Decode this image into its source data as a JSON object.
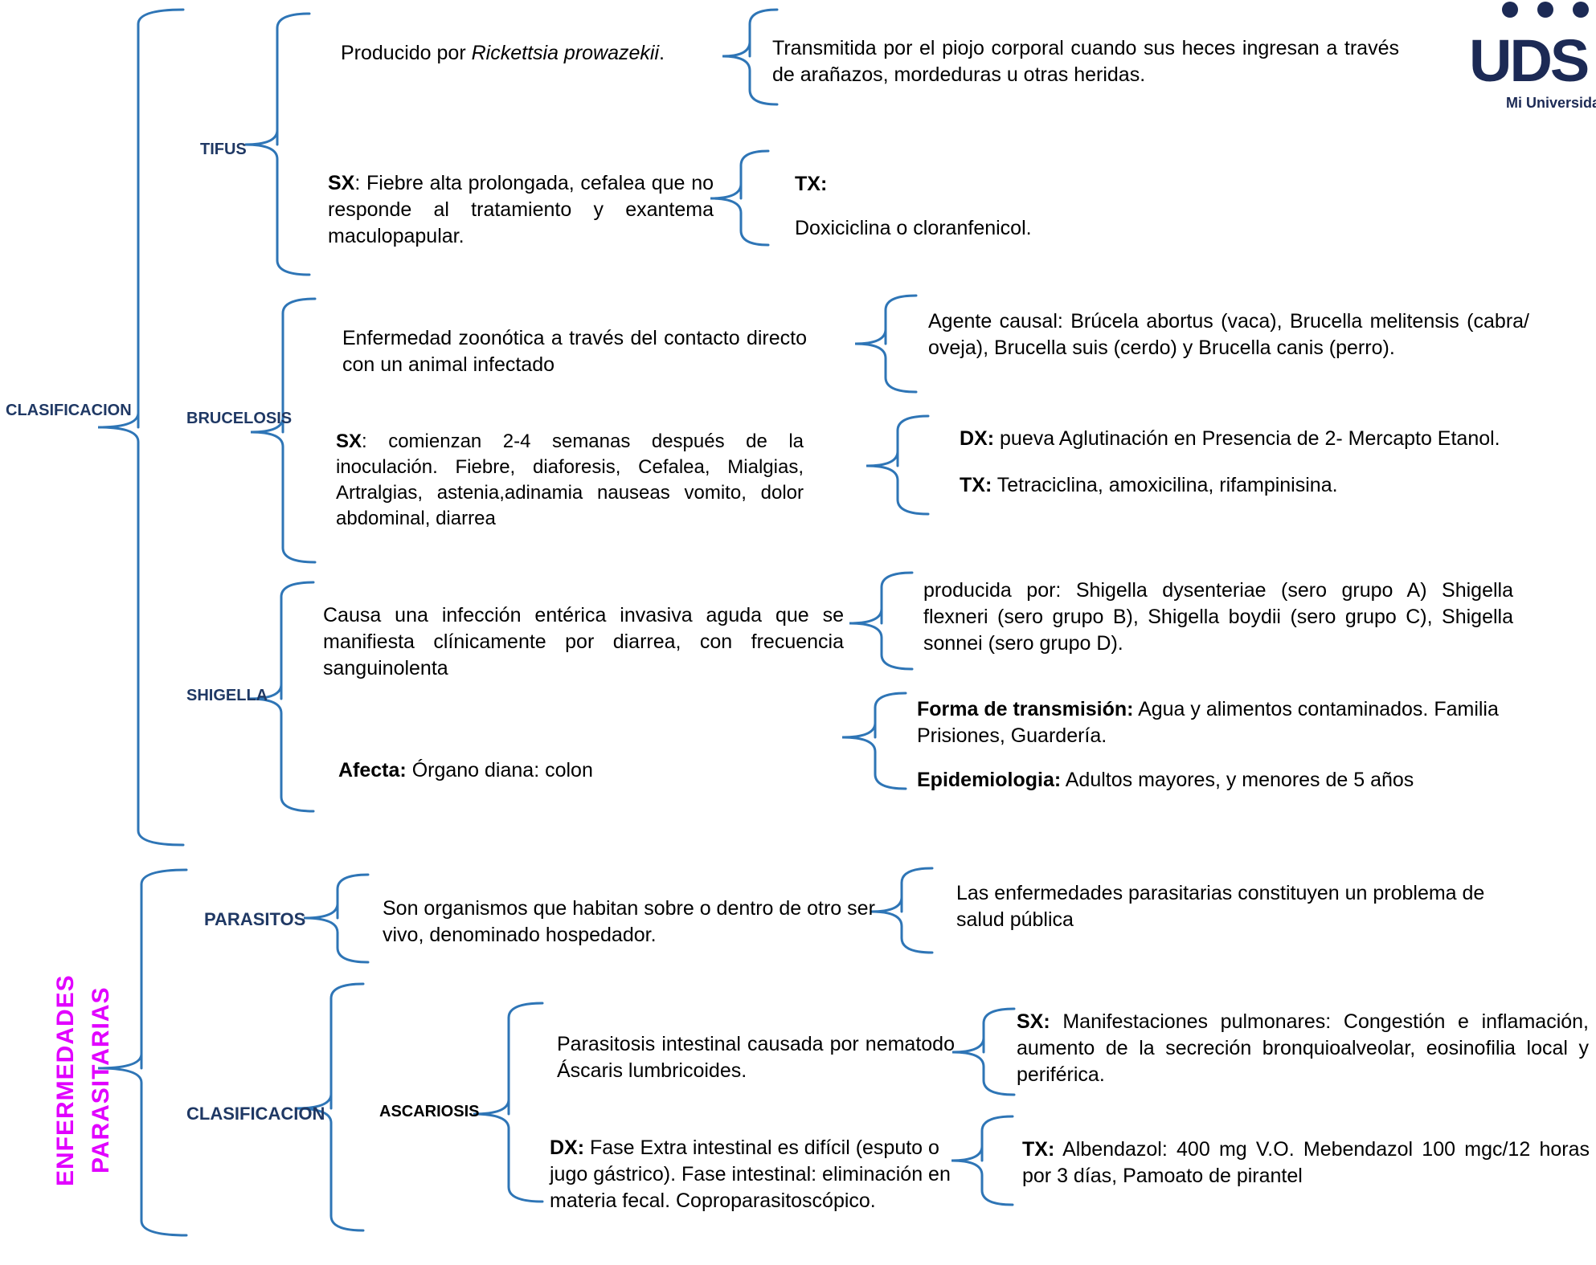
{
  "clasificacion": {
    "label": "CLASIFICACION",
    "tifus": {
      "label": "TIFUS",
      "agent_text": "Producido por",
      "agent_species": "Rickettsia prowazekii",
      "agent_end": ".",
      "transmission": "Transmitida por el piojo corporal cuando sus heces ingresan a través de arañazos, mordeduras u otras heridas.",
      "sx_label": "SX",
      "sx_text": ":  Fiebre alta prolongada, cefalea que no responde al tratamiento y exantema maculopapular.",
      "tx_label": "TX:",
      "tx_text": "Doxiciclina o cloranfenicol."
    },
    "brucelosis": {
      "label": "BRUCELOSIS",
      "description": "Enfermedad zoonótica a través del contacto directo con un animal infectado",
      "agent": "Agente causal: Brúcela abortus (vaca), Brucella melitensis (cabra/ oveja), Brucella suis (cerdo) y Brucella canis (perro).",
      "sx_label": "SX",
      "sx_line1": ":   comienzan 2-4 semanas después de la inoculación. Fiebre, diaforesis, Cefalea, Mialgias, Artralgias, astenia,adinamia nauseas vomito, dolor abdominal, diarrea",
      "dx_label": "DX:",
      "dx_text": " pueva  Aglutinación en Presencia de 2- Mercapto Etanol.",
      "tx_label": "TX:",
      "tx_text": " Tetraciclina, amoxicilina, rifampinisina."
    },
    "shigella": {
      "label": "SHIGELLA",
      "description": "Causa una infección entérica invasiva aguda que se manifiesta clínicamente por diarrea, con frecuencia sanguinolenta",
      "producida": "producida por: Shigella dysenteriae (sero grupo A) Shigella flexneri (sero grupo B), Shigella boydii (sero grupo C), Shigella sonnei (sero grupo D).",
      "afecta_label": "Afecta:",
      "afecta_text": " Órgano diana: colon",
      "transmision_label": "Forma de transmisión:",
      "transmision_text": " Agua y alimentos contaminados. Familia Prisiones, Guardería.",
      "epidemiologia_label": "Epidemiologia:",
      "epidemiologia_text": " Adultos mayores, y menores de 5 años"
    }
  },
  "enfermedades_parasitarias": {
    "title_line1": "ENFERMEDADES",
    "title_line2": "PARASITARIAS",
    "parasitos": {
      "label": "PARASITOS",
      "definition": "Son organismos que habitan sobre o dentro de otro ser vivo, denominado hospedador.",
      "note": "Las enfermedades parasitarias constituyen un problema de salud pública"
    },
    "clasificacion_label": "CLASIFICACION",
    "ascariosis": {
      "label": "ASCARIOSIS",
      "description": "Parasitosis intestinal causada por nematodo Áscaris lumbricoides.",
      "sx_label": "SX:",
      "sx_text": "       Manifestaciones pulmonares: Congestión e inflamación, aumento de la secreción bronquioalveolar, eosinofilia local y periférica.",
      "dx_label": "DX:",
      "dx_text": " Fase Extra intestinal es difícil (esputo o jugo gástrico). Fase intestinal: eliminación en materia fecal. Coproparasitoscópico.",
      "tx_label": "TX:",
      "tx_text": "  Albendazol: 400 mg V.O. Mebendazol 100 mgc/12 horas por 3 días, Pamoato de pirantel"
    }
  },
  "logo": {
    "mark": "UDS",
    "tagline": "Mi Universidad",
    "color": "#1c2a55"
  },
  "colors": {
    "brace": "#2e75b6",
    "label": "#1f3864",
    "title": "#e100ff"
  }
}
